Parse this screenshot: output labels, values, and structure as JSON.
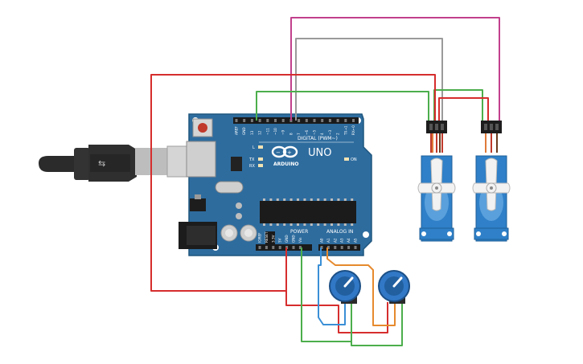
{
  "board": {
    "brand": "UNO",
    "logo_text": "ARDUINO",
    "header_digital": "DIGITAL (PWM~)",
    "header_power": "POWER",
    "header_analog": "ANALOG IN",
    "on_label": "ON",
    "led_l": "L",
    "led_tx": "TX",
    "led_rx": "RX",
    "digital_pins": [
      "AREF",
      "GND",
      "13",
      "12",
      "~11",
      "~10",
      "~9",
      "8",
      "7",
      "~6",
      "~5",
      "4",
      "~3",
      "2",
      "TX→1",
      "RX←0"
    ],
    "power_pins": [
      "IOREF",
      "RESET",
      "3.3V",
      "5V",
      "GND",
      "GND",
      "Vin"
    ],
    "analog_pins": [
      "A0",
      "A1",
      "A2",
      "A3",
      "A4",
      "A5"
    ]
  },
  "colors": {
    "board": "#2e6c9e",
    "board_edge": "#1f567f",
    "wire_red": "#d62d2d",
    "wire_green": "#4cae4c",
    "wire_magenta": "#c2408c",
    "wire_gray": "#9a9a9a",
    "wire_orange": "#e68a2e",
    "wire_blue": "#3a8fd6",
    "servo_body": "#2f80c8",
    "pot_body": "#3178c6"
  },
  "components": {
    "servos": [
      "servo-1",
      "servo-2"
    ],
    "potentiometers": [
      "potentiometer-1",
      "potentiometer-2"
    ]
  }
}
